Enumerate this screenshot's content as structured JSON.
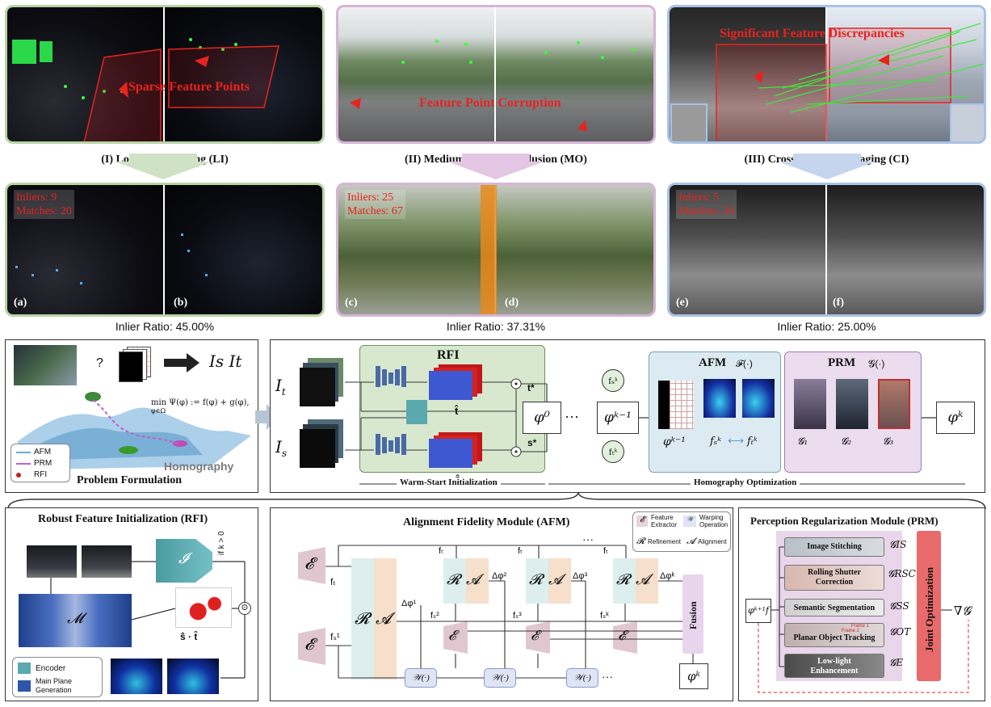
{
  "top": {
    "li": {
      "annotation": "Sparse Feature Points",
      "caption": "(I) Low-light Imaging (LI)",
      "inliers": "Inliers: 9",
      "matches": "Matches: 20",
      "sub_a": "(a)",
      "sub_b": "(b)",
      "ratio": "Inlier Ratio: 45.00%"
    },
    "mo": {
      "annotation": "Feature Point Corruption",
      "caption": "(II) Medium-induced Occlusion (MO)",
      "inliers": "Inliers: 25",
      "matches": "Matches: 67",
      "sub_c": "(c)",
      "sub_d": "(d)",
      "ratio": "Inlier Ratio: 37.31%"
    },
    "ci": {
      "annotation": "Significant Feature Discrepancies",
      "caption": "(III) Cross-Modality Imaging (CI)",
      "inliers": "Inliers: 5",
      "matches": "Matches: 20",
      "sub_e": "(e)",
      "sub_f": "(f)",
      "ratio": "Inlier Ratio: 25.00%"
    }
  },
  "problem": {
    "question": "?",
    "is_it": "Is It",
    "objective": "min Ψ(φ) := f(φ) + g(φ),",
    "objective_sub": "φ∈Ω",
    "homography": "Homography",
    "title": "Problem Formulation",
    "legend": [
      "AFM",
      "PRM",
      "RFI"
    ],
    "legend_colors": [
      "#6aa9e0",
      "#c05fd0",
      "#3c8a3c"
    ]
  },
  "pipeline": {
    "rfi_title": "RFI",
    "it": "I",
    "it_sub": "t",
    "is": "I",
    "is_sub": "s",
    "t_hat": "t̂",
    "s_hat": "ŝ",
    "t_star": "t*",
    "s_star": "s*",
    "phi0": "φ⁰",
    "dots": "···",
    "phik1": "φᵏ⁻¹",
    "fs_k": "fₛᵏ",
    "ft_k": "fₜᵏ",
    "afm_title": "AFM",
    "afm_func": "𝓕(·)",
    "afm_phik1": "φᵏ⁻¹",
    "afm_fs": "fₛᵏ",
    "afm_ft": "fₜᵏ",
    "prm_title": "PRM",
    "prm_func": "𝓖(·)",
    "g1": "𝓖₁",
    "g2": "𝓖₂",
    "g3": "𝓖₃",
    "phik": "φᵏ",
    "warm": "Warm-Start Initialization",
    "homo_opt": "Homography Optimization"
  },
  "rfi_detail": {
    "title": "Robust Feature Initialization (RFI)",
    "encoder_symbol": "𝓘",
    "mpg_symbol": "𝓜",
    "condition": "if k > 0",
    "st": "ŝ · t̂",
    "legend_encoder": "Encoder",
    "legend_mpg": "Main Plane Generation"
  },
  "afm_detail": {
    "title": "Alignment Fidelity Module (AFM)",
    "legend_feat": "Feature Extractor",
    "legend_warp": "Warping Operation",
    "legend_ref": "Refinement",
    "legend_align": "Alignment",
    "e": "𝓔",
    "r": "𝓡",
    "a": "𝓐",
    "w": "𝒲(·)",
    "ft": "fₜ",
    "fs1": "fₛ¹",
    "fs2": "fₛ²",
    "fs3": "fₛ³",
    "fsk": "fₛᵏ",
    "d1": "Δφ¹",
    "d2": "Δφ²",
    "d3": "Δφ³",
    "dk": "Δφᵏ",
    "fusion": "Fusion",
    "phik": "φᵏ",
    "dots": "···"
  },
  "prm_detail": {
    "title": "Perception Regularization Module (PRM)",
    "phi_in": "φᵏ⁺¹f",
    "tasks": [
      "Image Stitching",
      "Rolling Shutter Correction",
      "Semantic Segmentation",
      "Planar Object Tracking",
      "Low-light Enhancement"
    ],
    "losses": [
      "𝓖IS",
      "𝓖RSC",
      "𝓖SS",
      "𝓖OT",
      "𝓖E"
    ],
    "frame1": "Frame 1",
    "frame2": "Frame 2",
    "joint": "Joint Optimization",
    "grad": "∇𝓖"
  }
}
